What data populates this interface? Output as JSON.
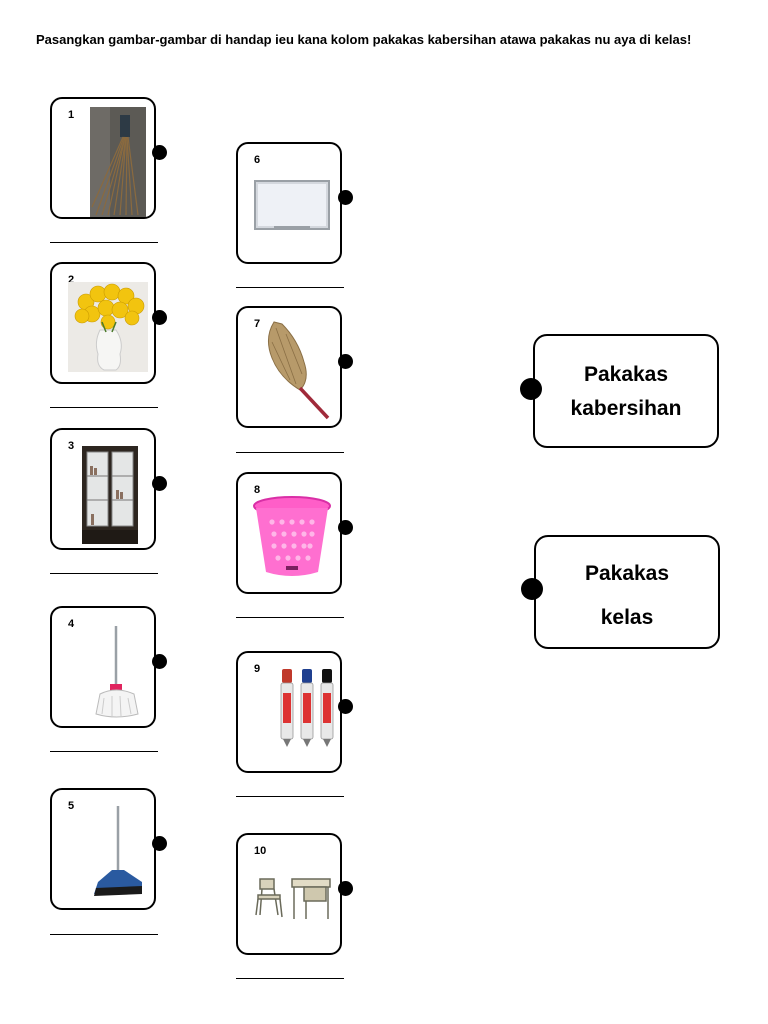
{
  "instruction": "Pasangkan gambar-gambar di handap ieu kana kolom pakakas kabersihan atawa pakakas nu aya di kelas!",
  "items": [
    {
      "number": "1",
      "icon": "broom-stick-icon"
    },
    {
      "number": "2",
      "icon": "flower-vase-icon"
    },
    {
      "number": "3",
      "icon": "bookcase-icon"
    },
    {
      "number": "4",
      "icon": "mop-icon"
    },
    {
      "number": "5",
      "icon": "broom-icon"
    },
    {
      "number": "6",
      "icon": "whiteboard-icon"
    },
    {
      "number": "7",
      "icon": "feather-duster-icon"
    },
    {
      "number": "8",
      "icon": "trash-basket-icon"
    },
    {
      "number": "9",
      "icon": "markers-icon"
    },
    {
      "number": "10",
      "icon": "desk-chair-icon"
    }
  ],
  "targets": [
    {
      "line1": "Pakakas",
      "line2": "kabersihan"
    },
    {
      "line1": "Pakakas",
      "line2": "kelas"
    }
  ]
}
